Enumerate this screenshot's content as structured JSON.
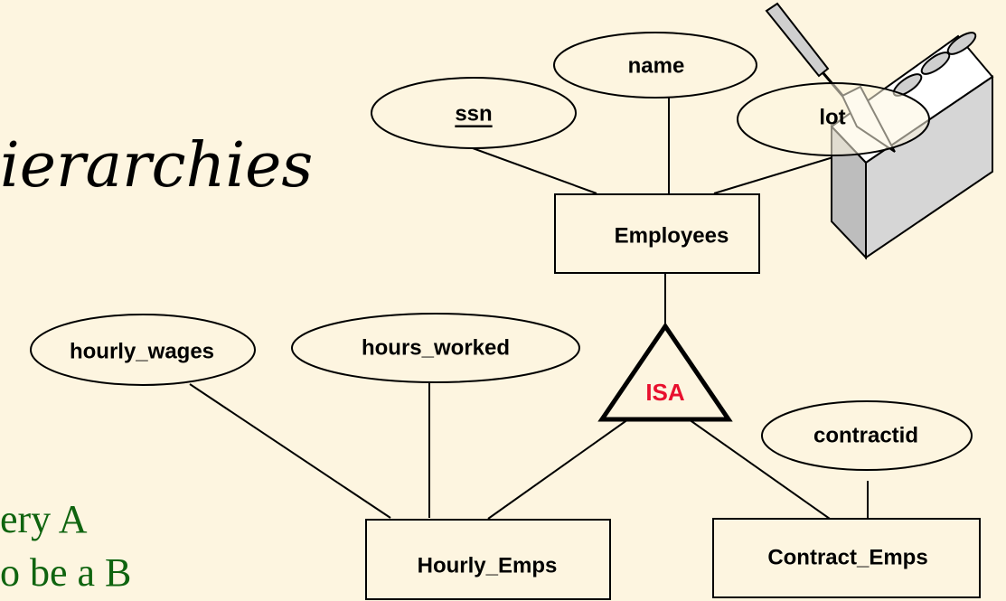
{
  "slide": {
    "title_fragment": "ierarchies",
    "bullet_line_1": "ery A",
    "bullet_line_2": "o be a B"
  },
  "diagram": {
    "entities": {
      "employees": "Employees",
      "hourly_emps": "Hourly_Emps",
      "contract_emps": "Contract_Emps"
    },
    "attributes": {
      "ssn": "ssn",
      "name": "name",
      "lot": "lot",
      "hourly_wages": "hourly_wages",
      "hours_worked": "hours_worked",
      "contractid": "contractid"
    },
    "relationship": "ISA",
    "key_attribute": "ssn",
    "colors": {
      "isa_label": "#e8102e",
      "bullet_text": "#0f640f",
      "background": "#fdf5e0"
    }
  }
}
